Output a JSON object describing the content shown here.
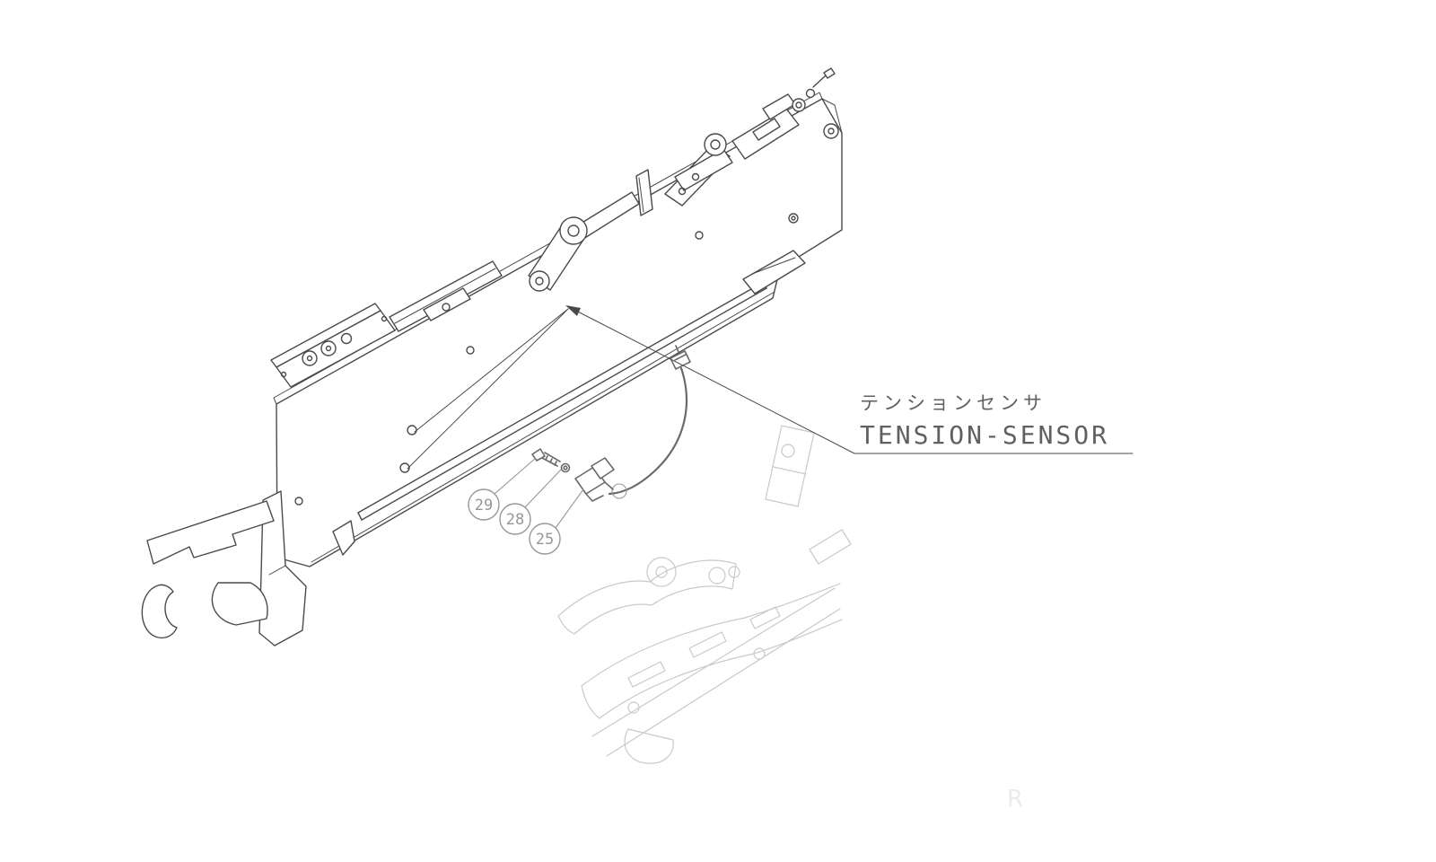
{
  "diagram": {
    "labels": {
      "title_ja": "テンションセンサ",
      "title_en": "TENSION-SENSOR"
    },
    "callouts": [
      {
        "label": "29"
      },
      {
        "label": "28"
      },
      {
        "label": "25"
      }
    ],
    "watermark": "R",
    "colors": {
      "line": "#4a4a4a",
      "part": "#6a6a6a",
      "faded": "#c9c9c9",
      "callout": "#979797",
      "label": "#606060",
      "background": "#ffffff"
    }
  }
}
